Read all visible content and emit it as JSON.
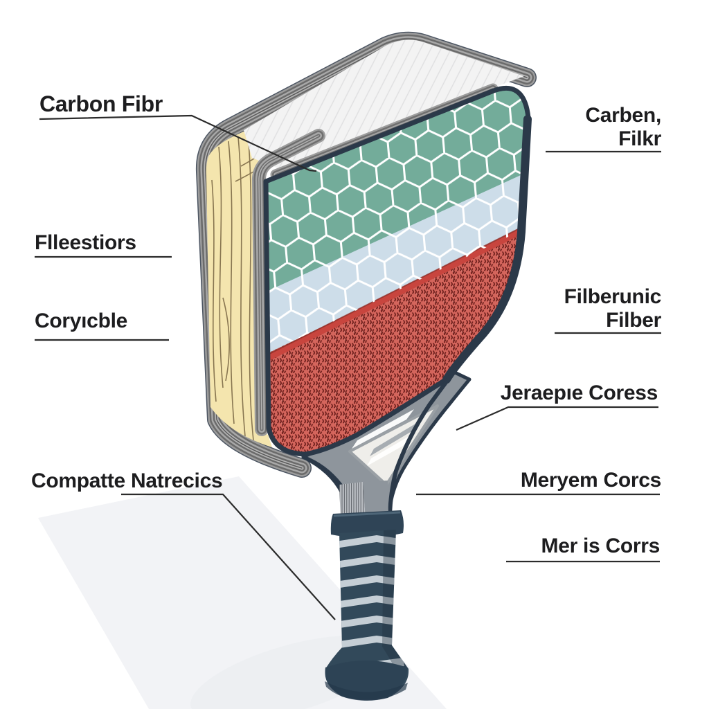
{
  "figure": {
    "kind": "isometric cutaway diagram of a pickleball paddle with layer labels"
  },
  "labels": {
    "carbon_fibr": {
      "text": "Carbon Fibr"
    },
    "flleestiors": {
      "text": "Flleestiors"
    },
    "coryicble": {
      "text": "Coryıcble"
    },
    "compatte": {
      "text": "Compatte Natrecics"
    },
    "carben": {
      "line1": "Carben,",
      "line2": "Filkr"
    },
    "filberunic": {
      "line1": "Filberunic",
      "line2": "Filber"
    },
    "jeraepie": {
      "text": "Jeraepıe Coress"
    },
    "meryem": {
      "text": "Meryem Corcs"
    },
    "meris": {
      "text": "Mer is Corrs"
    }
  },
  "colors": {
    "face_honeycomb_green": "#73ac9a",
    "face_middle_blue": "#cdddE9",
    "face_knit_red": "#d4655c",
    "knit_dark": "#6d1f1c",
    "wood_core_yellow": "#f4e5ae",
    "wood_grain": "#7d6a47",
    "top_sheet_white": "#f3f3f3",
    "edge_band_gray": "#9c9c9c",
    "frame_navy": "#2b3949",
    "throat_gray": "#8e959c",
    "grip_navy": "#32495a",
    "grip_stripe": "#c5ced5",
    "label_text": "#1d1d1f",
    "leader_line": "#2b2b2b"
  }
}
